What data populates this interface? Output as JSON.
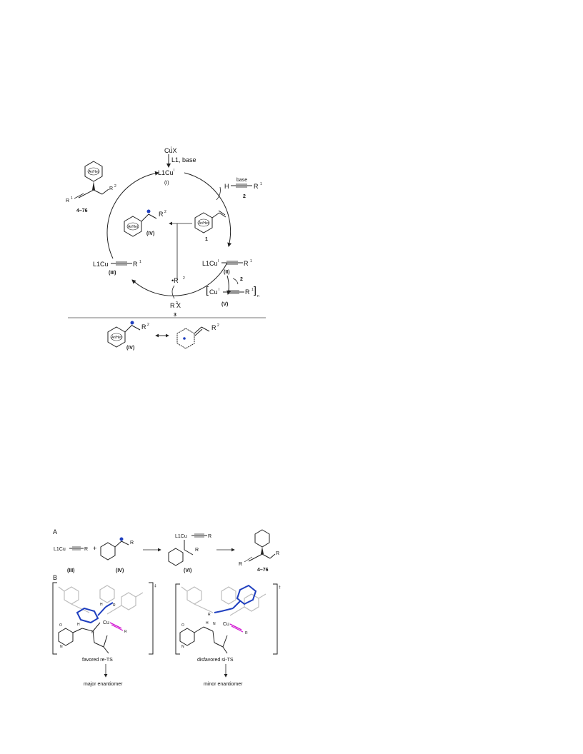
{
  "scheme1": {
    "cuX": "CuX",
    "ligand_base": "L1, base",
    "cat_I": "L1Cu",
    "cat_I_label": "(I)",
    "base": "base",
    "alkyne": "H",
    "R1": "R",
    "num2": "2",
    "num2b": "2",
    "styrene_num": "1",
    "radical_IV_label": "(IV)",
    "int_II": "L1Cu",
    "int_II_label": "(II)",
    "int_III": "L1Cu",
    "int_III_label": "(III)",
    "polymer_V_label": "(V)",
    "radical_R2": "•R",
    "precursor": "R X",
    "num3": "3",
    "product_range": "4–76",
    "R2": "R",
    "res_IV_label": "(IV)",
    "arene_inner": "Ar/Het"
  },
  "scheme2": {
    "panelA": "A",
    "panelB": "B",
    "III": "(III)",
    "IV": "(IV)",
    "VI": "(VI)",
    "product_range": "4–76",
    "L1Cu": "L1Cu",
    "favored": "favored re-TS",
    "disfavored": "disfavored si-TS",
    "major": "major enantiomer",
    "minor": "minor enantiomer",
    "dagger": "‡",
    "Cu": "Cu",
    "H": "H",
    "N": "N",
    "O": "O",
    "R": "R"
  },
  "colors": {
    "blue": "#1f3fbf",
    "magenta": "#d21ad2",
    "red": "#d02020",
    "gray": "#bdbdbd"
  }
}
